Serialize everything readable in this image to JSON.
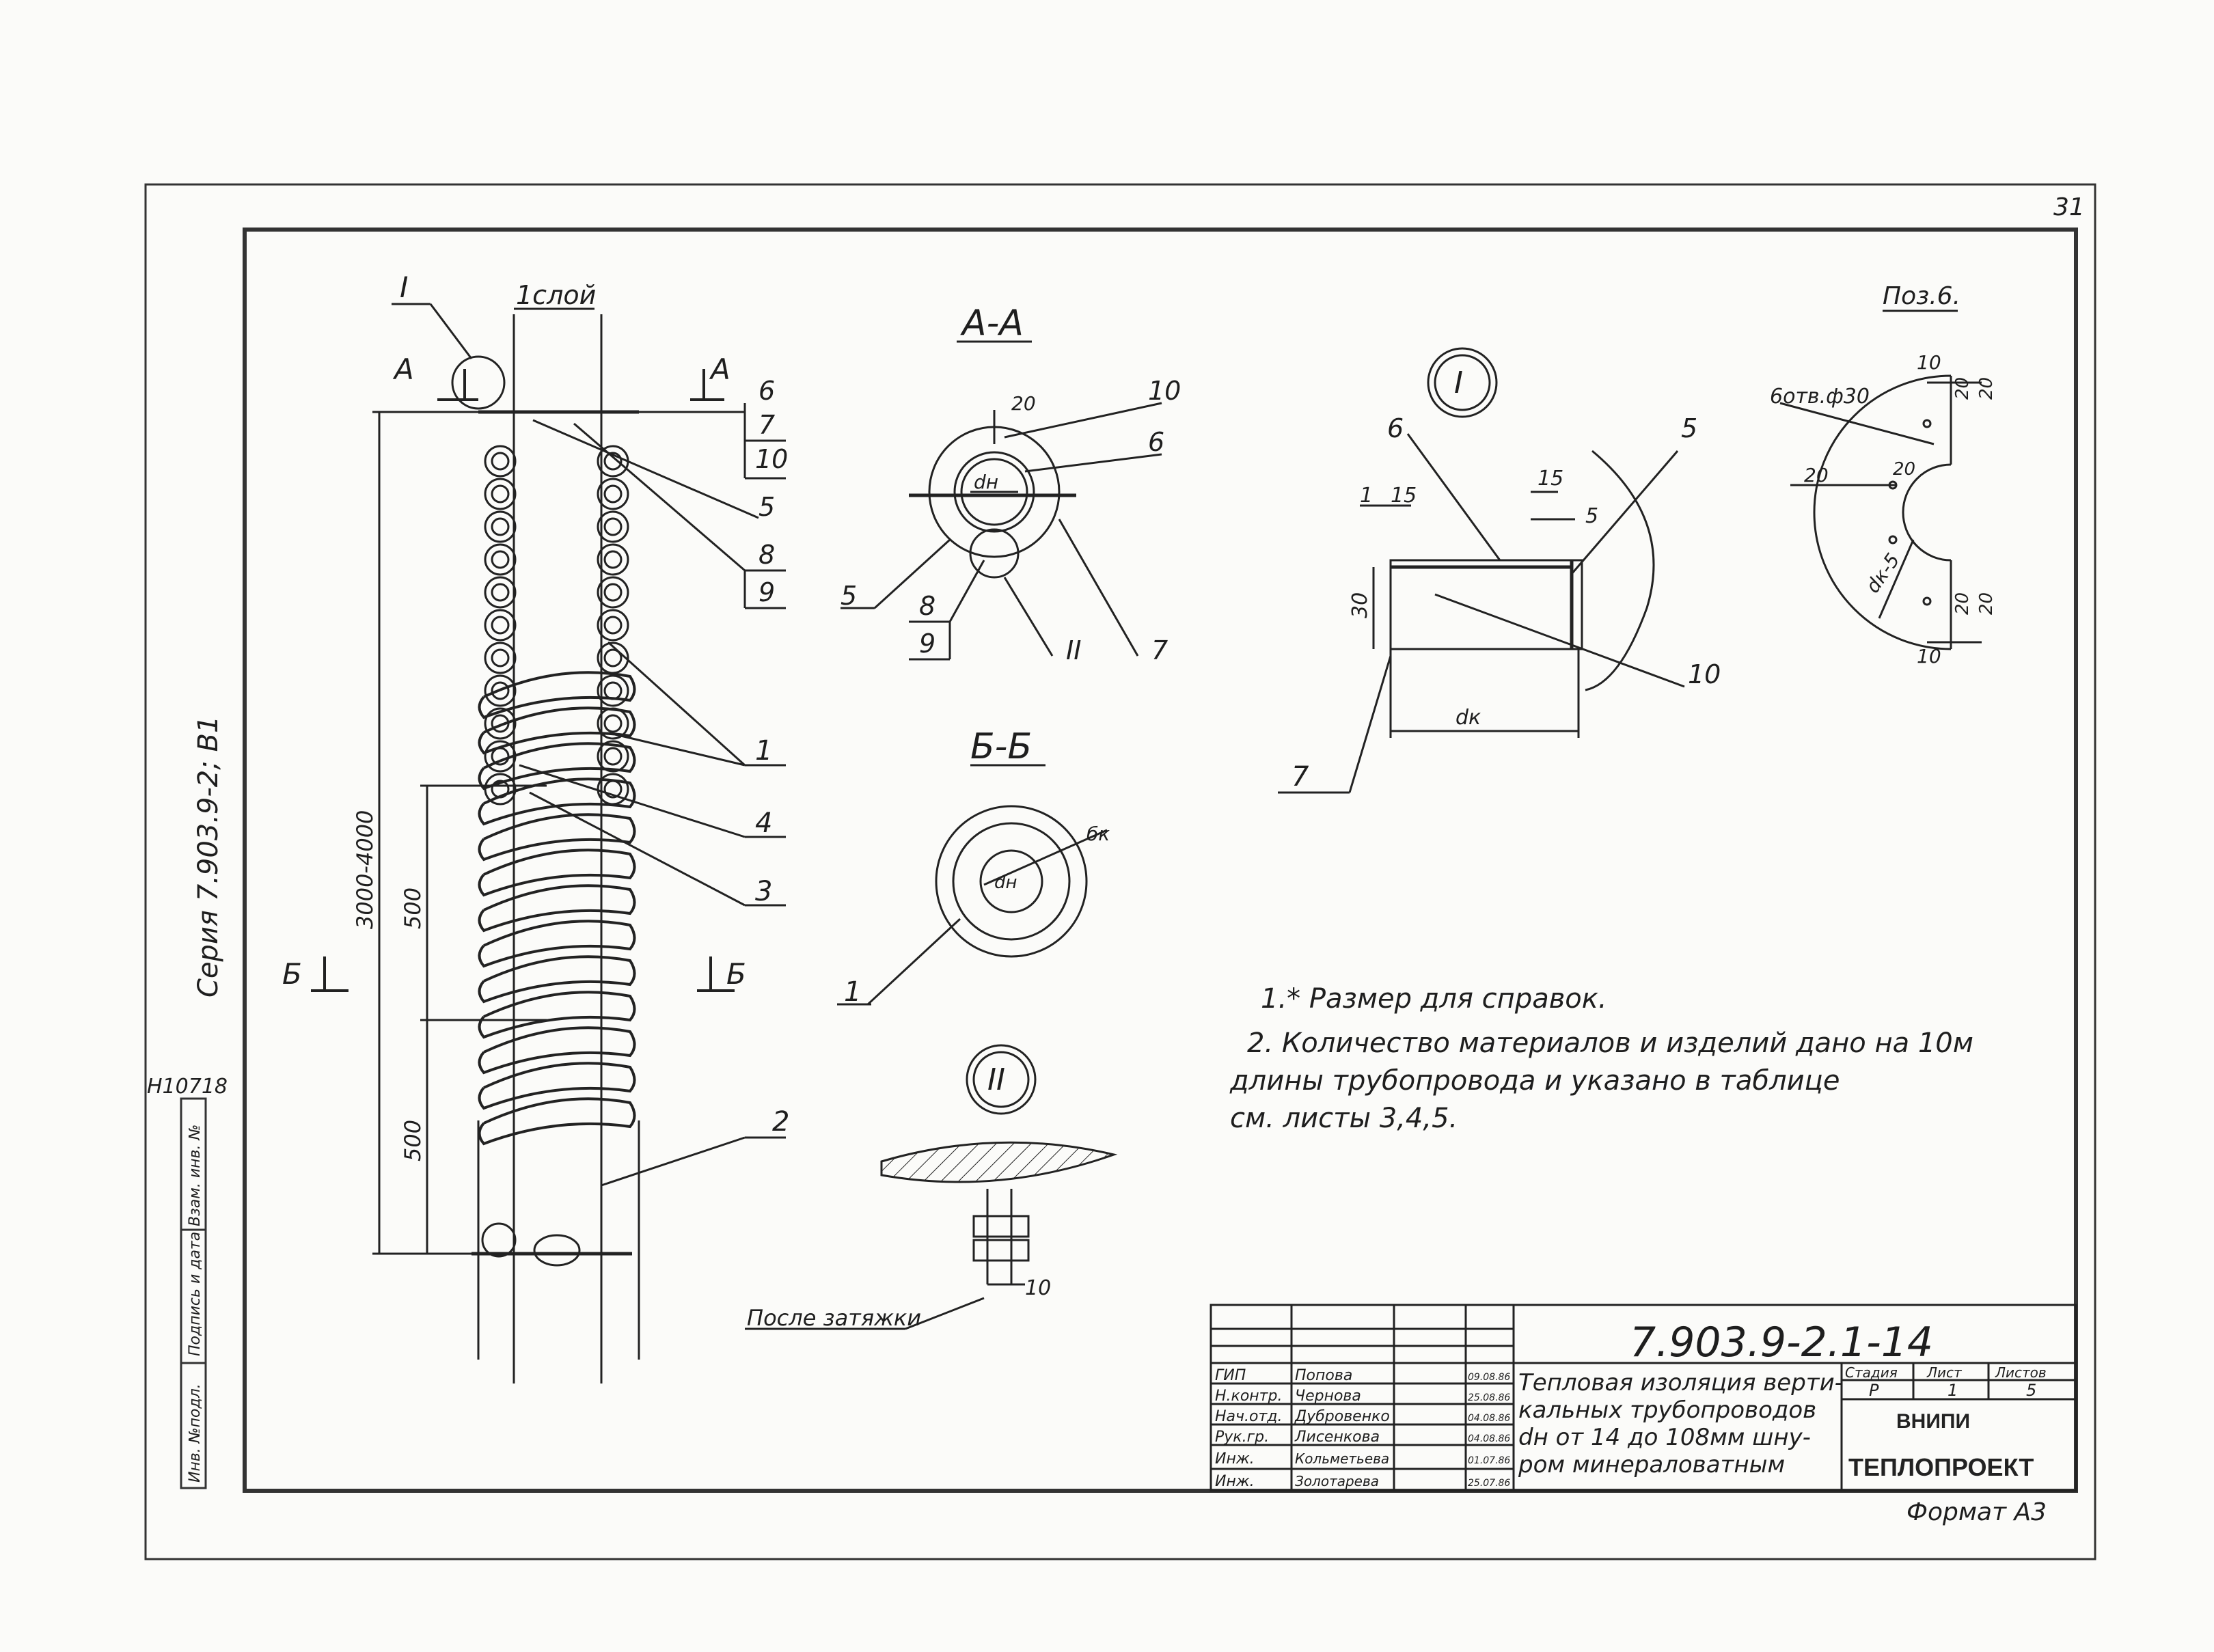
{
  "sheet_corner_number": "31",
  "series_vertical": "Серия 7.903.9-2; В1",
  "inventory_code": "Н10718",
  "left_margin_labels": [
    "Инв. №подл.",
    "Подпись и дата",
    "Взам. инв. №"
  ],
  "main_view": {
    "layer_label": "1слой",
    "node_label": "I",
    "cut_a_label": "А",
    "cut_b_label": "Б",
    "dim_total": "3000-4000",
    "dim_step_1": "500",
    "dim_step_2": "500",
    "callouts": [
      "6",
      "7",
      "10",
      "5",
      "8",
      "9",
      "1",
      "4",
      "3",
      "2"
    ]
  },
  "section_aa": {
    "title": "А-А",
    "dim_20": "20",
    "dn_label": "dн",
    "callouts": [
      "10",
      "6",
      "5",
      "8",
      "9",
      "II",
      "7"
    ]
  },
  "section_bb": {
    "title": "Б-Б",
    "dn_label": "dн",
    "dk_label": "бк",
    "callout": "1"
  },
  "node_I": {
    "title": "I",
    "dims": [
      "1",
      "15",
      "15",
      "5",
      "30",
      "dк"
    ],
    "callouts": [
      "6",
      "5",
      "10",
      "7"
    ]
  },
  "node_II": {
    "title": "II",
    "dim_10": "10",
    "after_label": "После затяжки"
  },
  "pos6": {
    "title": "Поз.6.",
    "holes": "6отв.ф30",
    "dims": [
      "10",
      "20",
      "20",
      "20",
      "20",
      "20",
      "20",
      "10"
    ],
    "radius": "dк-5"
  },
  "notes": [
    "1.* Размер для справок.",
    "2. Количество материалов и изделий дано на 10м",
    "длины трубопровода и указано в таблице",
    "см. листы 3,4,5."
  ],
  "title_block": {
    "doc_number": "7.903.9-2.1-14",
    "title_lines": [
      "Тепловая изоляция верти-",
      "кальных трубопроводов",
      "dн от 14 до 108мм шну-",
      "ром минераловатным"
    ],
    "headers": {
      "stage": "Стадия",
      "sheet": "Лист",
      "sheets": "Листов"
    },
    "values": {
      "stage": "Р",
      "sheet": "1",
      "sheets": "5"
    },
    "org_1": "ВНИПИ",
    "org_2": "ТЕПЛОПРОЕКТ",
    "staff": [
      {
        "role": "ГИП",
        "name": "Попова",
        "date": "09.08.86"
      },
      {
        "role": "Н.контр.",
        "name": "Чернова",
        "date": "25.08.86"
      },
      {
        "role": "Нач.отд.",
        "name": "Дубровенко",
        "date": "04.08.86"
      },
      {
        "role": "Рук.гр.",
        "name": "Лисенкова",
        "date": "04.08.86"
      },
      {
        "role": "Инж.",
        "name": "Кольметьева",
        "date": "01.07.86"
      },
      {
        "role": "Инж.",
        "name": "Золотарева",
        "date": "25.07.86"
      }
    ],
    "format": "Формат А3"
  }
}
